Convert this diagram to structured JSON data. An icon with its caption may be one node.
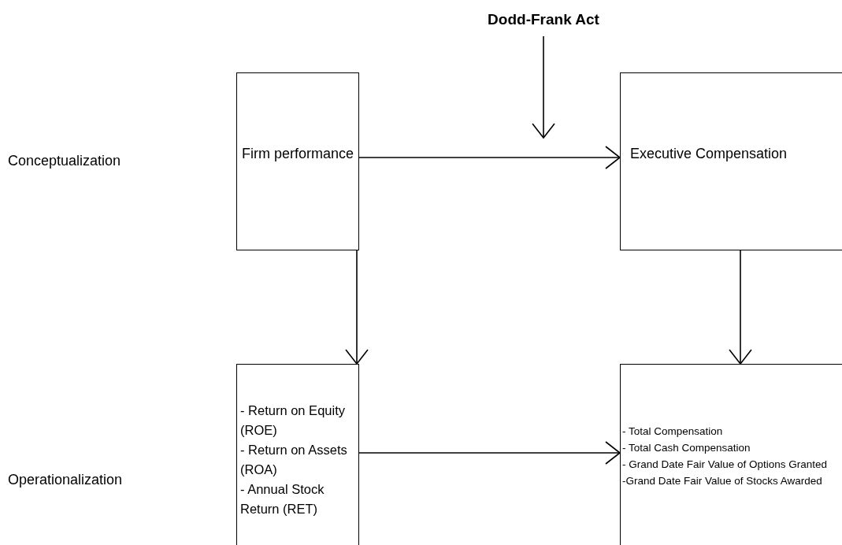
{
  "diagram": {
    "nodes": [
      {
        "text": [
          "Dodd-Frank Act"
        ]
      },
      {
        "text": [
          "Firm performance"
        ]
      },
      {
        "text": [
          "Executive Compensation"
        ]
      },
      {
        "text": [
          "- Return on Equity (ROE)",
          "- Return on Assets (ROA)",
          "- Annual Stock Return (RET)"
        ]
      },
      {
        "text": [
          "- Total Compensation",
          "- Total Cash Compensation",
          "- Grand Date Fair Value of Options Granted",
          "-Grand Date Fair Value of Stocks Awarded"
        ]
      }
    ],
    "edges": [
      {
        "from": 0,
        "to": null,
        "arrow": "to"
      },
      {
        "from": 1,
        "to": 2,
        "arrow": "to"
      },
      {
        "from": 1,
        "to": 3,
        "arrow": "to"
      },
      {
        "from": 2,
        "to": 4,
        "arrow": "to"
      },
      {
        "from": 3,
        "to": 4,
        "arrow": "to"
      }
    ],
    "labels": [
      "Conceptualization",
      "Operationalization"
    ]
  }
}
